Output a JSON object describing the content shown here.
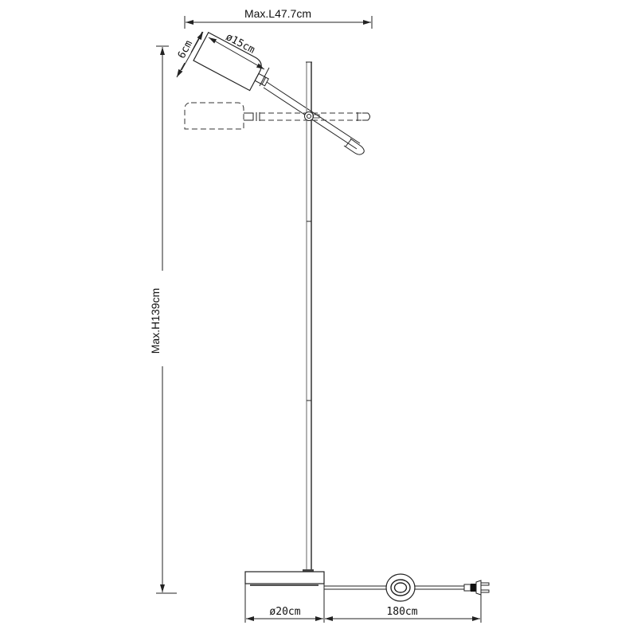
{
  "drawing": {
    "title": "Floor lamp dimension drawing",
    "dimensions": {
      "max_length": "Max.L47.7cm",
      "max_height": "Max.H139cm",
      "shade_diameter": "ø15cm",
      "shade_depth": "6cm",
      "base_diameter": "ø20cm",
      "cable_length": "180cm"
    },
    "components": [
      "lamp-shade",
      "adjustable-arm",
      "pivot-joint",
      "pole",
      "base",
      "inline-switch",
      "power-plug"
    ],
    "colors": {
      "line": "#222222",
      "background": "#ffffff"
    }
  }
}
